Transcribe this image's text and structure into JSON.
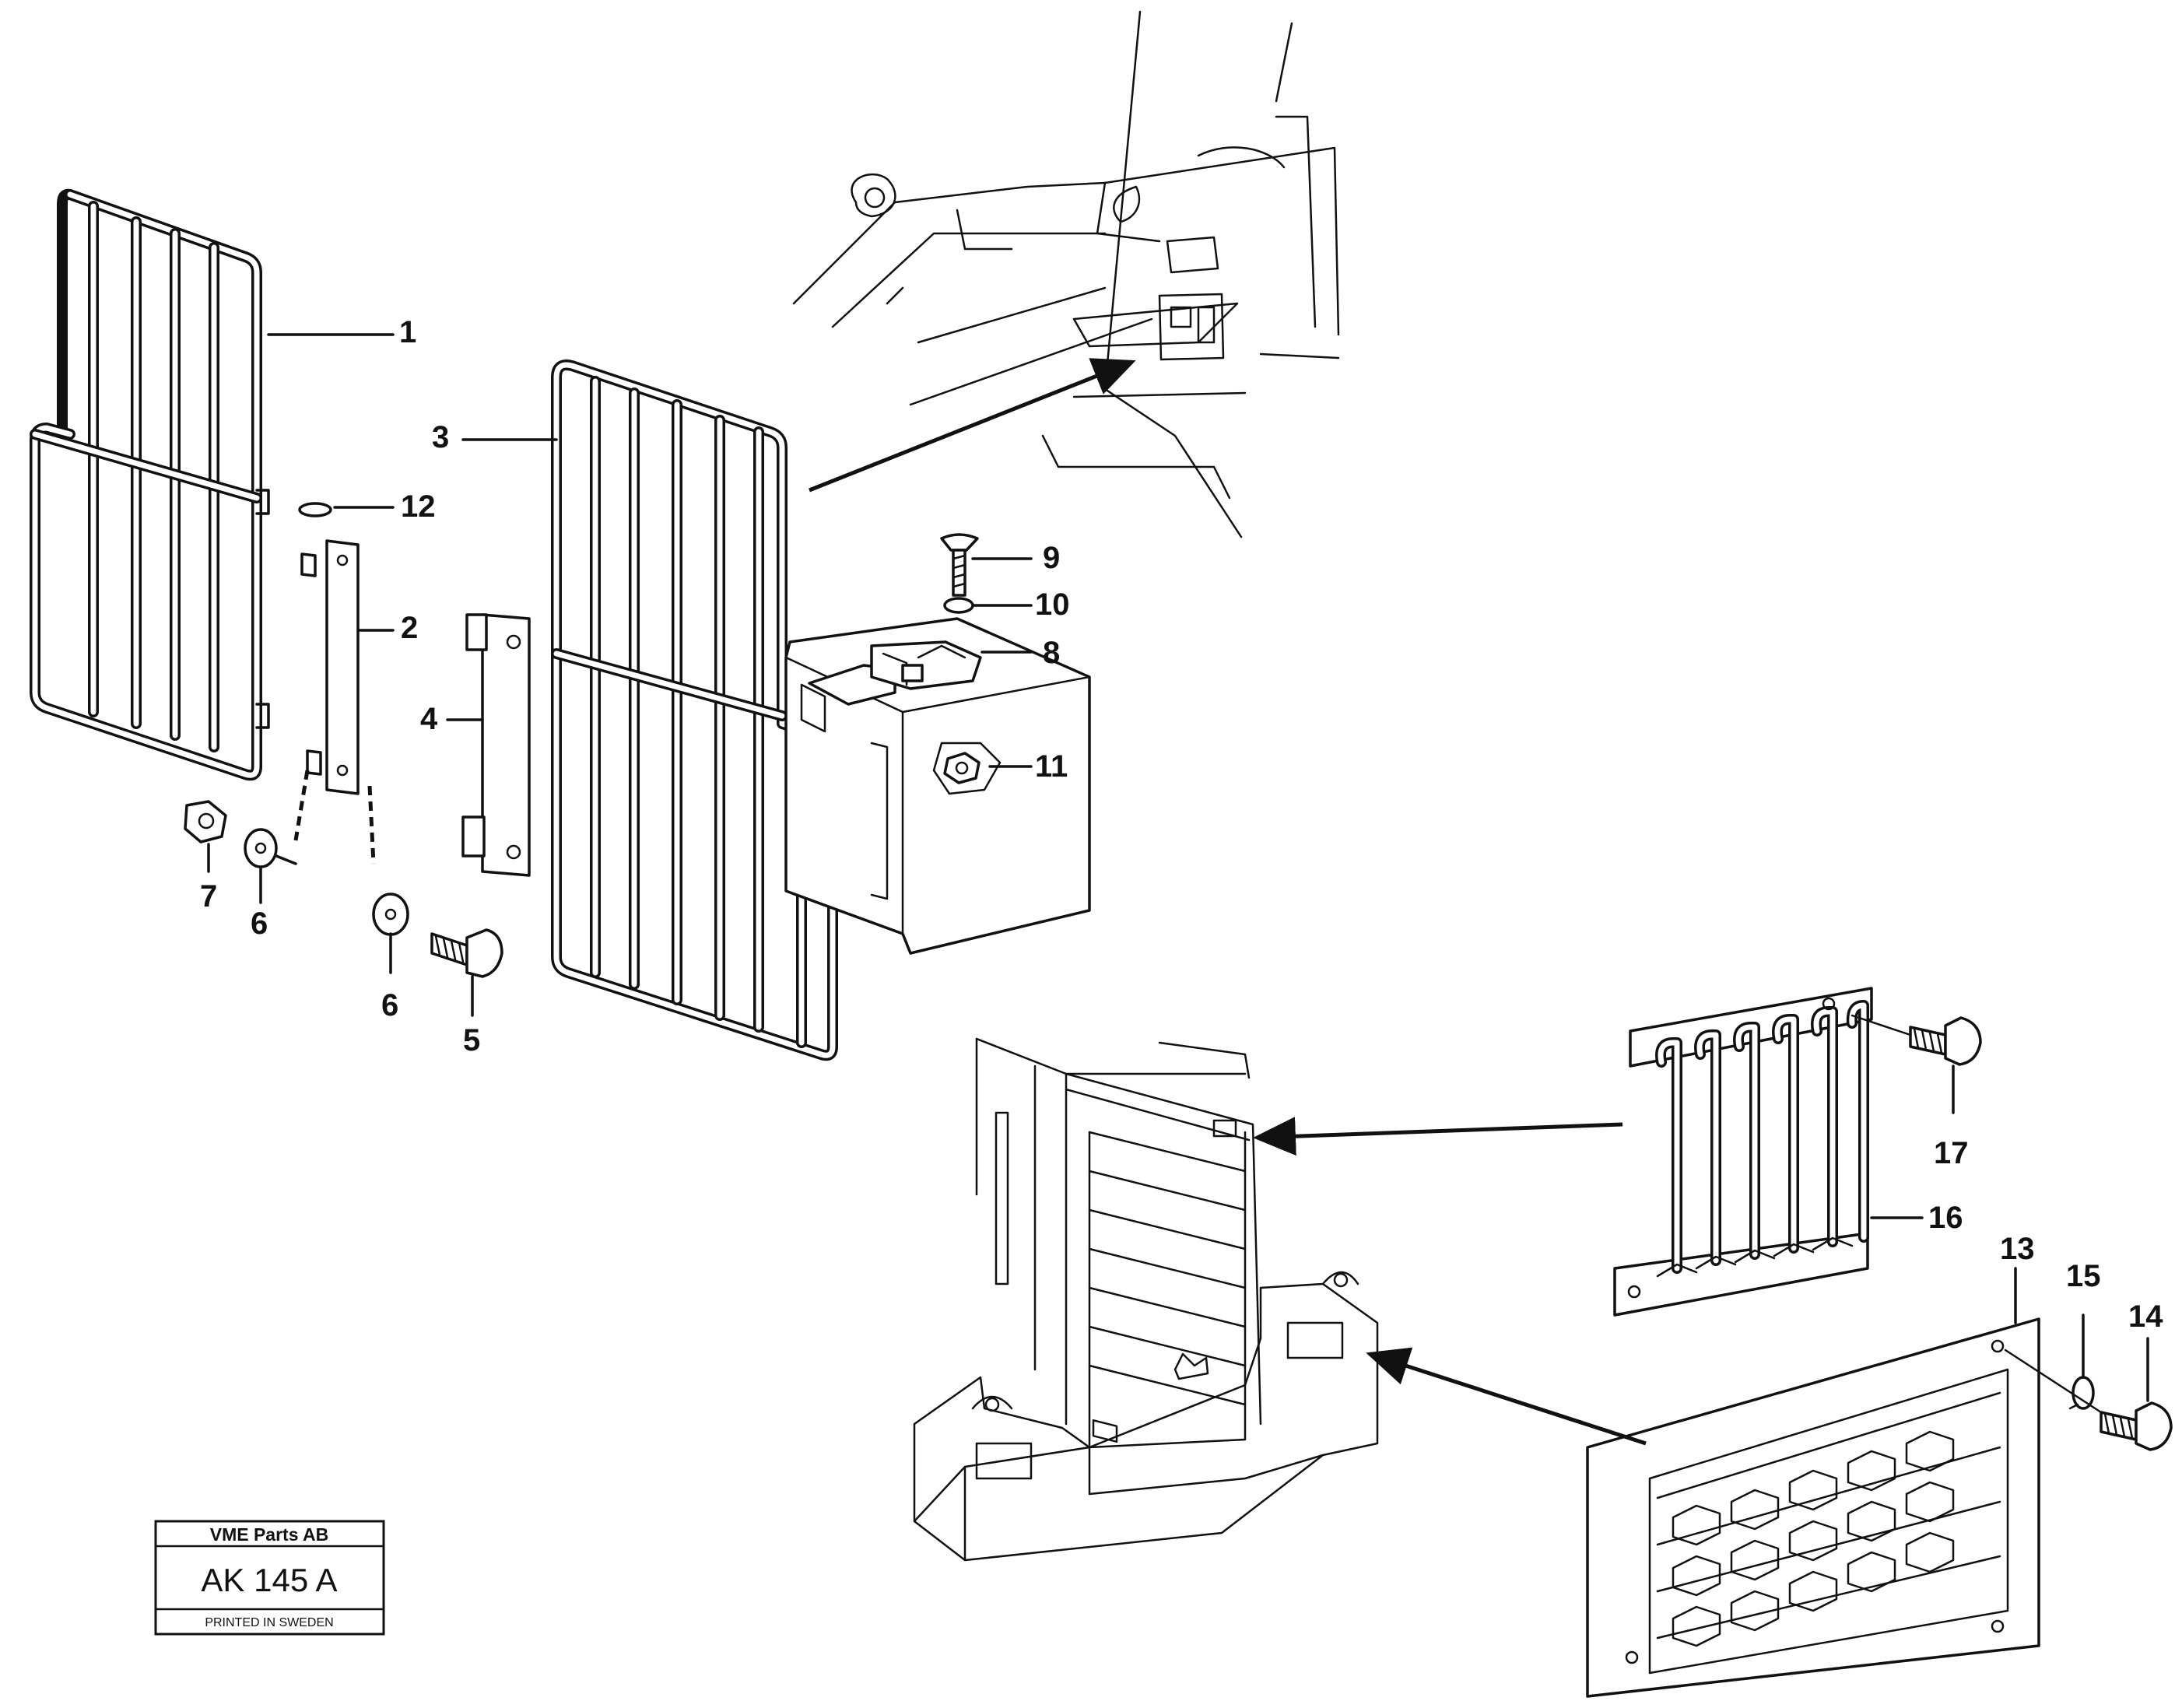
{
  "diagram": {
    "callouts": [
      {
        "id": "1",
        "label": "1"
      },
      {
        "id": "2",
        "label": "2"
      },
      {
        "id": "3",
        "label": "3"
      },
      {
        "id": "4",
        "label": "4"
      },
      {
        "id": "5",
        "label": "5"
      },
      {
        "id": "6a",
        "label": "6"
      },
      {
        "id": "6b",
        "label": "6"
      },
      {
        "id": "7",
        "label": "7"
      },
      {
        "id": "8",
        "label": "8"
      },
      {
        "id": "9",
        "label": "9"
      },
      {
        "id": "10",
        "label": "10"
      },
      {
        "id": "11",
        "label": "11"
      },
      {
        "id": "12",
        "label": "12"
      },
      {
        "id": "13",
        "label": "13"
      },
      {
        "id": "14",
        "label": "14"
      },
      {
        "id": "15",
        "label": "15"
      },
      {
        "id": "16",
        "label": "16"
      },
      {
        "id": "17",
        "label": "17"
      }
    ]
  },
  "stamp": {
    "company": "VME Parts AB",
    "code": "AK 145 A",
    "footer": "PRINTED IN SWEDEN"
  }
}
